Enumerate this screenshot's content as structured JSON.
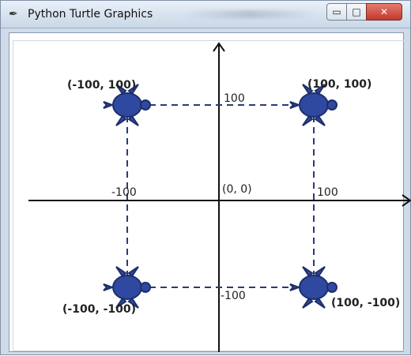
{
  "window": {
    "title": "Python Turtle Graphics",
    "controls": {
      "minimize_glyph": "▭",
      "maximize_glyph": "□",
      "close_glyph": "✕"
    }
  },
  "labels": {
    "origin": "(0, 0)",
    "top_left": "(-100, 100)",
    "top_right": "(100, 100)",
    "bottom_left": "(-100, -100)",
    "bottom_right": "(100, -100)",
    "y_tick_pos": "100",
    "y_tick_neg": "-100",
    "x_tick_neg": "-100",
    "x_tick_pos": "100"
  },
  "colors": {
    "turtle_fill": "#2f49a0",
    "turtle_stroke": "#1f2f6b",
    "axis": "#111111",
    "dashed": "#2b3a78"
  }
}
